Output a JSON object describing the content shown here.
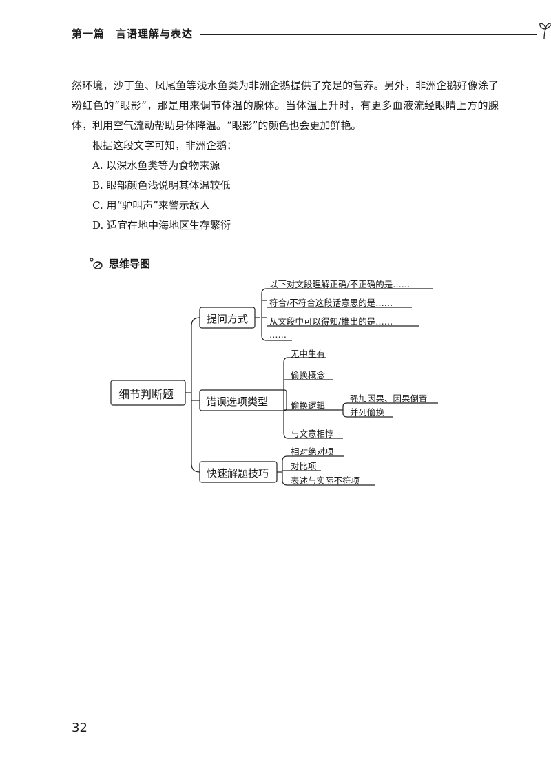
{
  "header": {
    "title": "第一篇　言语理解与表达"
  },
  "body": {
    "paragraph": "然环境，沙丁鱼、凤尾鱼等浅水鱼类为非洲企鹅提供了充足的营养。另外，非洲企鹅好像涂了粉红色的“眼影”，那是用来调节体温的腺体。当体温上升时，有更多血液流经眼睛上方的腺体，利用空气流动帮助身体降温。“眼影”的颜色也会更加鲜艳。",
    "question": "根据这段文字可知，非洲企鹅：",
    "options": [
      "A. 以深水鱼类等为食物来源",
      "B. 眼部颜色浅说明其体温较低",
      "C. 用“驴叫声”来警示敌人",
      "D. 适宜在地中海地区生存繁衍"
    ]
  },
  "mindmap": {
    "heading": "思维导图",
    "root": "细节判断题",
    "branches": [
      {
        "label": "提问方式",
        "items": [
          "以下对文段理解正确/不正确的是……",
          "符合/不符合这段话意思的是……",
          "从文段中可以得知/推出的是……",
          "……"
        ]
      },
      {
        "label": "错误选项类型",
        "items": [
          "无中生有",
          "偷换概念",
          "偷换逻辑",
          "与文意相悖"
        ],
        "sub": [
          "强加因果、因果倒置",
          "并列偷换"
        ]
      },
      {
        "label": "快速解题技巧",
        "items": [
          "相对绝对项",
          "对比项",
          "表述与实际不符项"
        ]
      }
    ]
  },
  "page_number": "32"
}
